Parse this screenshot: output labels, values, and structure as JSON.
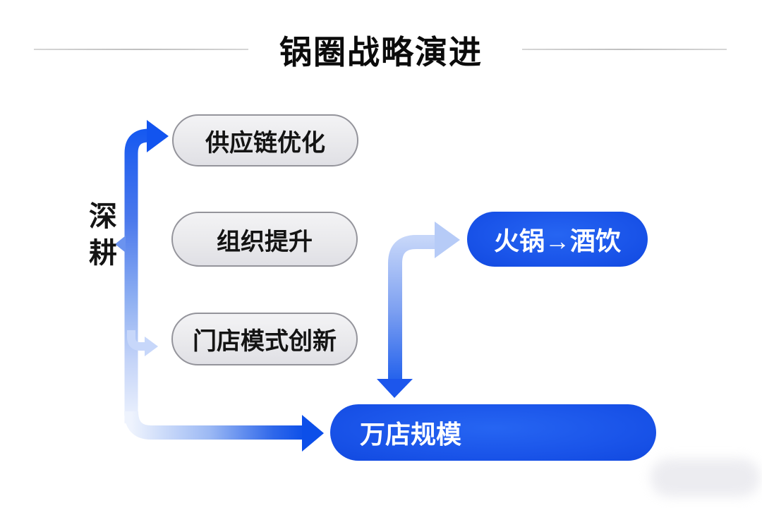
{
  "title": "锅圈战略演进",
  "side_label": "深耕",
  "nodes": {
    "supply_chain": {
      "label": "供应链优化"
    },
    "organization": {
      "label": "组织提升"
    },
    "store_model": {
      "label": "门店模式创新"
    },
    "hotpot_to_drinks": {
      "label": "火锅→酒饮"
    },
    "ten_thousand_stores": {
      "label": "万店规模"
    }
  },
  "edges": [
    {
      "from": "深耕",
      "to": "供应链优化",
      "style": "blue-arrow"
    },
    {
      "from": "深耕",
      "to": "门店模式创新",
      "style": "light-blue-arrow"
    },
    {
      "from": "深耕",
      "to": "万店规模",
      "style": "gradient-blue-arrow"
    },
    {
      "from": "corner",
      "to": "火锅→酒饮",
      "style": "light-blue-arrow"
    },
    {
      "from": "corner",
      "to": "万店规模",
      "style": "blue-down-arrow"
    }
  ],
  "colors": {
    "accent_blue": "#1556ee",
    "deep_blue": "#0c4fe9",
    "light_blue": "#c6d6f9",
    "node_gray_fill": "#e9e9ec",
    "node_gray_border": "#94949b",
    "node_blue": "#1b57ea",
    "title_line_gray": "#cccccc",
    "text_dark": "#111111",
    "text_light": "#ffffff"
  }
}
